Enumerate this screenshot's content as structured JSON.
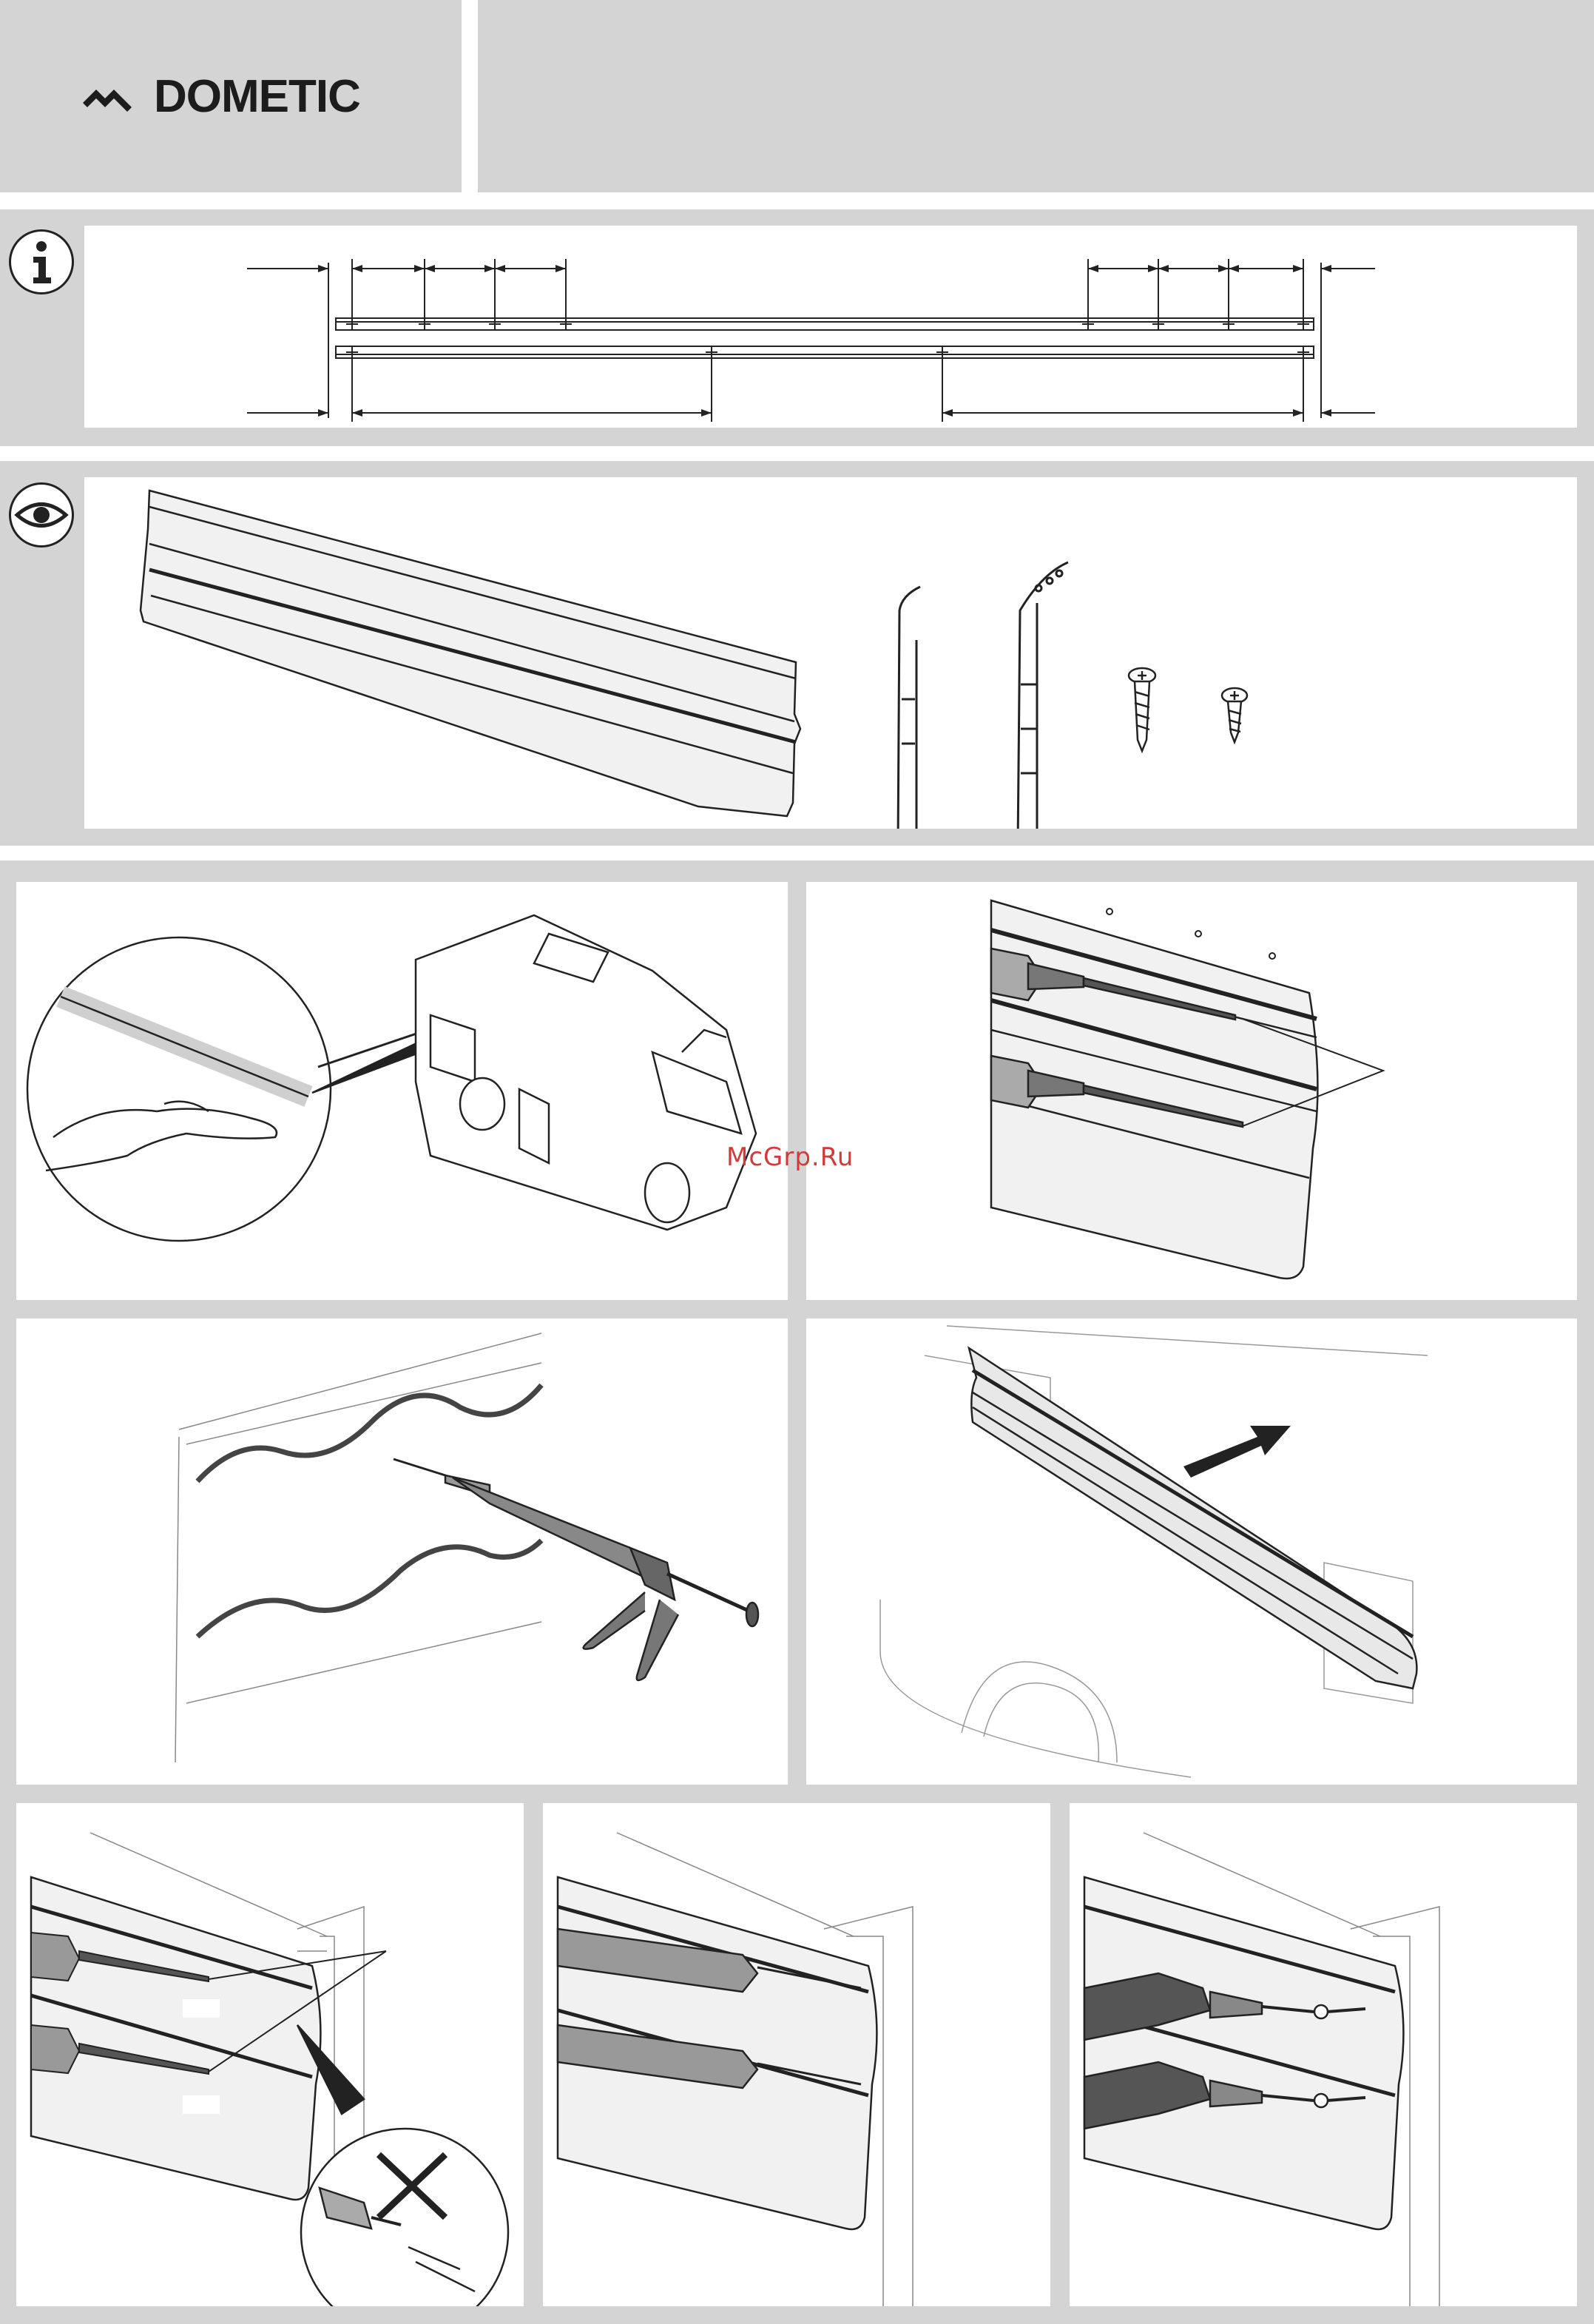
{
  "header": {
    "brand_name": "DOMETIC",
    "logo_icon": "dometic-chevron-logo",
    "title_box": ""
  },
  "watermark": {
    "text": "McGrp.Ru",
    "color": "#d23a3a"
  },
  "sections": {
    "info": {
      "icon": "info-icon"
    },
    "overview": {
      "icon": "eye-icon"
    }
  },
  "colors": {
    "frame_gray": "#d4d4d4",
    "line": "#222222",
    "rail_fill": "#efefef"
  },
  "steps": [
    {
      "name": "step-clean-surface"
    },
    {
      "name": "step-predrill-rail"
    },
    {
      "name": "step-apply-sealant"
    },
    {
      "name": "step-press-rail-on-wall"
    },
    {
      "name": "step-drill-wall-warning"
    },
    {
      "name": "step-caulk-holes"
    },
    {
      "name": "step-screw-rail"
    }
  ]
}
